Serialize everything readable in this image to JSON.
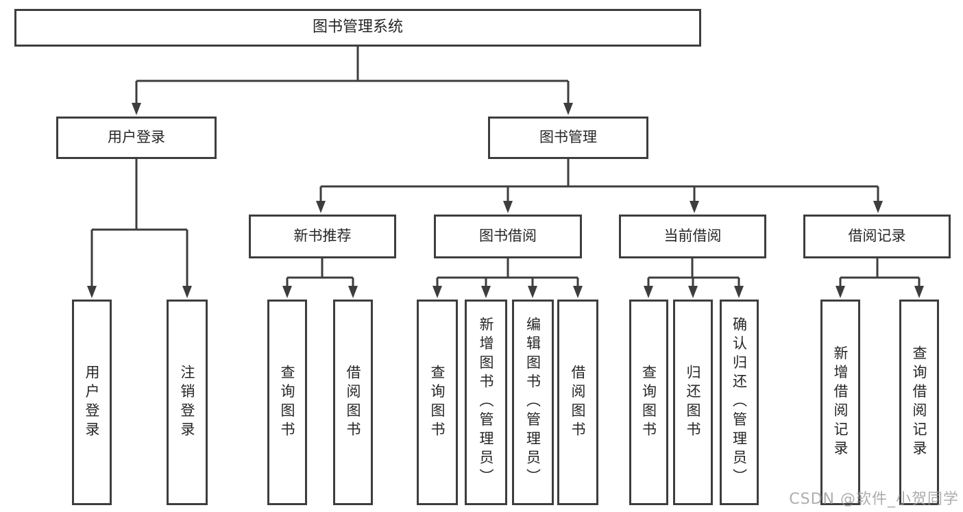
{
  "diagram": {
    "title": "图书管理系统",
    "user_login": {
      "label": "用户登录",
      "children": [
        {
          "label": "用户登录"
        },
        {
          "label": "注销登录"
        }
      ]
    },
    "book_management": {
      "label": "图书管理",
      "sections": [
        {
          "label": "新书推荐",
          "children": [
            {
              "label": "查询图书"
            },
            {
              "label": "借阅图书"
            }
          ]
        },
        {
          "label": "图书借阅",
          "children": [
            {
              "label": "查询图书"
            },
            {
              "label": "新增图书（管理员）"
            },
            {
              "label": "编辑图书（管理员）"
            },
            {
              "label": "借阅图书"
            }
          ]
        },
        {
          "label": "当前借阅",
          "children": [
            {
              "label": "查询图书"
            },
            {
              "label": "归还图书"
            },
            {
              "label": "确认归还（管理员）"
            }
          ]
        },
        {
          "label": "借阅记录",
          "children": [
            {
              "label": "新增借阅记录"
            },
            {
              "label": "查询借阅记录"
            }
          ]
        }
      ]
    }
  },
  "watermark": {
    "text": "CSDN @软件_小贺同学"
  },
  "colors": {
    "line": "#3d3d3d",
    "box_border": "#3d3d3d",
    "text": "#262626",
    "background": "#ffffff",
    "watermark": "#989898"
  }
}
